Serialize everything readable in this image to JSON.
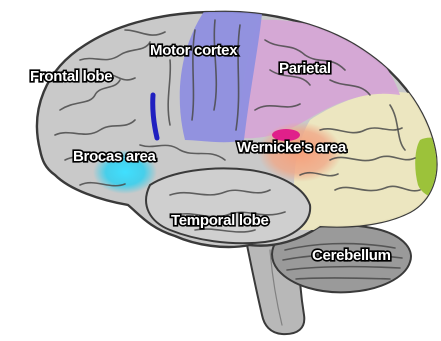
{
  "labels": {
    "frontal": "Frontal lobe",
    "motor": "Motor cortex",
    "parietal": "Parietal",
    "brocas": "Brocas area",
    "wernickes": "Wernicke's area",
    "temporal": "Temporal lobe",
    "cerebellum": "Cerebellum"
  },
  "colors": {
    "brain_base": "#c9c9c9",
    "outline": "#3a3a3a",
    "motor_cortex": "#8f8fe0",
    "parietal": "#d6a6d6",
    "occipital": "#eee8c0",
    "occipital_tip": "#9cc23a",
    "brocas": "#30d0f0",
    "wernickes": "#f0a080",
    "wernickes_core": "#e0208a",
    "motor_strip": "#2020c0",
    "cerebellum": "#9a9a9a",
    "brainstem": "#b8b8b8"
  }
}
